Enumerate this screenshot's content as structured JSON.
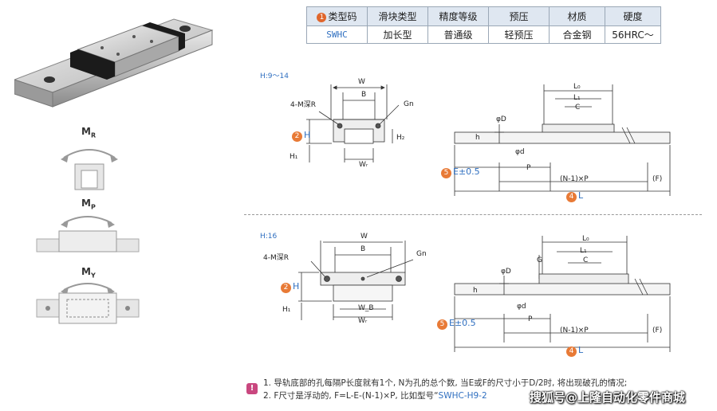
{
  "spec_table": {
    "headers": [
      "类型码",
      "滑块类型",
      "精度等级",
      "预压",
      "材质",
      "硬度"
    ],
    "header_badge": "1",
    "values": [
      "SWHC",
      "加长型",
      "普通级",
      "轻预压",
      "合金钢",
      "56HRC～"
    ]
  },
  "moments": {
    "mr": {
      "main": "M",
      "sub": "R"
    },
    "mp": {
      "main": "M",
      "sub": "P"
    },
    "my": {
      "main": "M",
      "sub": "Y"
    }
  },
  "section1": {
    "title": "H:9～14",
    "W": "W",
    "B": "B",
    "Gn": "Gn",
    "tap": "4-M深R",
    "H_num": "2",
    "H": "H",
    "H1": "H₁",
    "H2": "H₂",
    "WR": "Wᵣ",
    "L0": "L₀",
    "L1": "L₁",
    "C": "C",
    "phiD": "φD",
    "h": "h",
    "phid": "φd",
    "P": "P",
    "NP": "(N-1)×P",
    "F": "(F)",
    "E_num": "5",
    "E": "E±0.5",
    "L_num": "4",
    "L": "L"
  },
  "section2": {
    "title": "H:16",
    "W": "W",
    "B": "B",
    "Gn": "Gn",
    "tap": "4-M深R",
    "H_num": "2",
    "H": "H",
    "H1": "H₁",
    "WB": "W_B",
    "WR": "Wᵣ",
    "L0": "L₀",
    "L1": "L₁",
    "C": "C",
    "G": "G",
    "phiD": "φD",
    "h": "h",
    "phid": "φd",
    "P": "P",
    "NP": "(N-1)×P",
    "F": "(F)",
    "E_num": "5",
    "E": "E±0.5",
    "L_num": "4",
    "L": "L"
  },
  "notes": {
    "icon": "!",
    "line1": "1. 导轨底部的孔每隔P长度就有1个, N为孔的总个数, 当E或F的尺寸小于D/2时, 将出现破孔的情况;",
    "line2_prefix": "2. F尺寸是浮动的, F=L-E-(N-1)×P, 比如型号“",
    "line2_code": "SWHC-H9-2"
  },
  "watermark": "搜狐号@上隆自动化零件商城",
  "colors": {
    "accent_blue": "#2f6fc0",
    "orange": "#e0662c",
    "table_header": "#dfe7f1"
  }
}
